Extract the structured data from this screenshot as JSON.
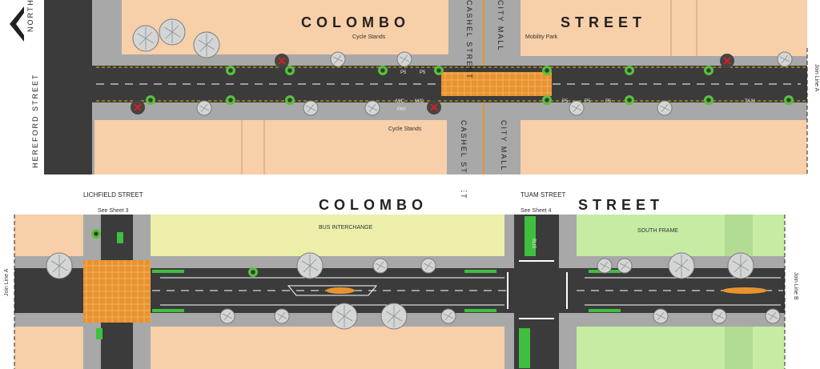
{
  "top_sheet": {
    "street_title_left": "COLOMBO",
    "street_title_right": "STREET",
    "north_label": "NORTH",
    "hereford_street": "HEREFORD STREET",
    "cashel_street": "CASHEL STREET",
    "city_mall": "CITY MALL",
    "cycle_stands_top": "Cycle Stands",
    "cycle_stands_bottom": "Cycle Stands",
    "mobility_park": "Mobility Park",
    "join_line_a": "Join Line A",
    "bay_p5": "P5",
    "bay_mc": "M/C",
    "bay_p60": "P60",
    "bay_taxi": "TAXI"
  },
  "bottom_sheet": {
    "street_title_left": "COLOMBO",
    "street_title_right": "STREET",
    "lichfield_street": "LICHFIELD STREET",
    "lichfield_see": "See Sheet 3",
    "tuam_street": "TUAM STREET",
    "tuam_see": "See Sheet 4",
    "bus_interchange": "BUS INTERCHANGE",
    "south_frame": "SOUTH FRAME",
    "join_line_a": "Join Line A",
    "join_line_b": "Join Line B",
    "bus_marking": "BUS"
  },
  "colors": {
    "road": "#3b3b3b",
    "footpath": "#a8a8a8",
    "building": "#f7cfa9",
    "bus_interchange": "#ecefa9",
    "south_frame": "#c6eca3",
    "paving": "#e8932f",
    "tree_canopy": "#d4d6d6",
    "tree_green": "#56c23a",
    "removed_tree": "#d61f1f"
  }
}
